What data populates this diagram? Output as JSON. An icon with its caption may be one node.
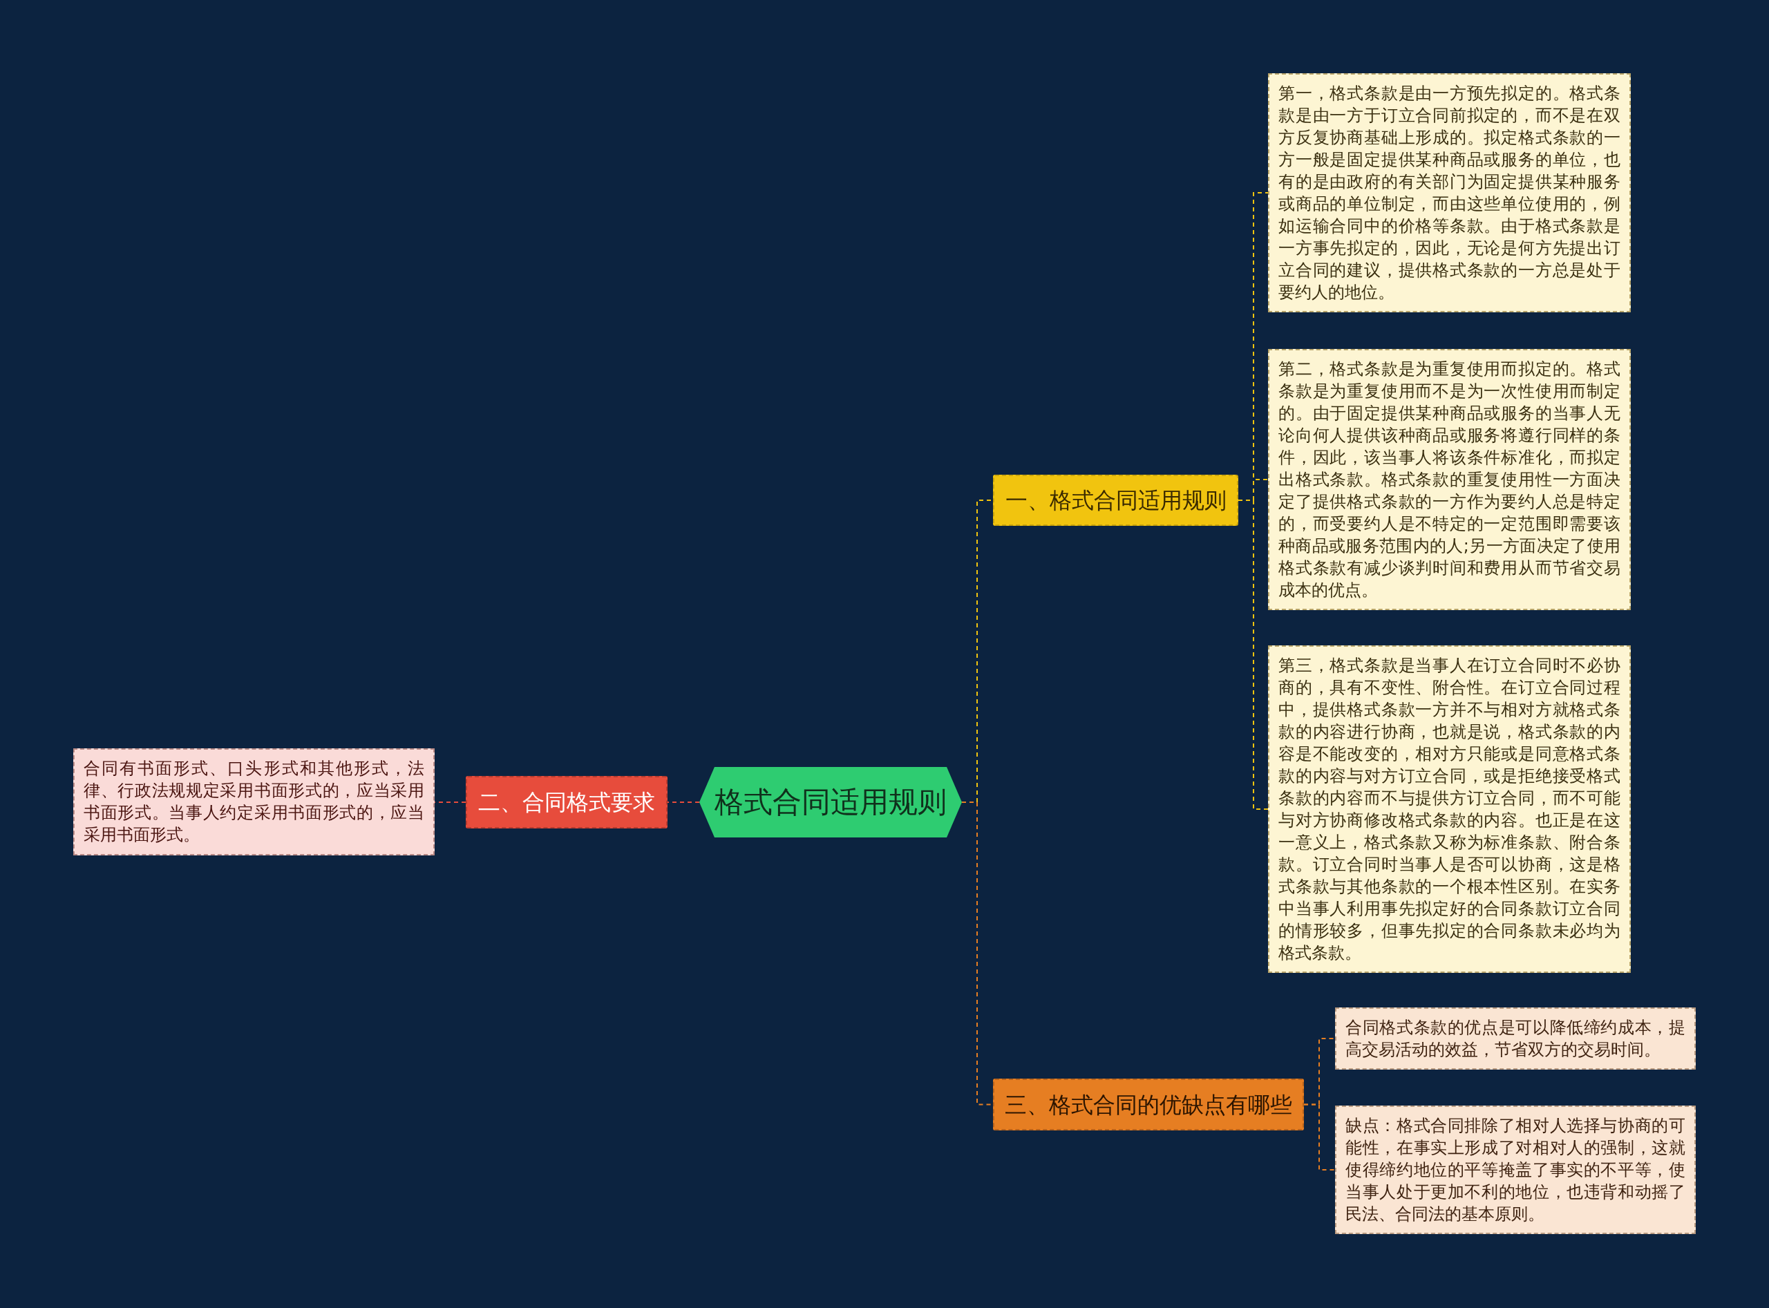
{
  "diagram": {
    "nodes": [
      {
        "text": [
          "格式合同适用规则"
        ]
      },
      {
        "text": [
          "一、格式合同适用规则"
        ]
      },
      {
        "text": [
          "第一，格式条款是由一方预先拟定的。格式条款是由一方于订立合同前拟定的，而不是在双方反复协商基础上形成的。拟定格式条款的一方一般是固定提供某种商品或服务的单位，也有的是由政府的有关部门为固定提供某种服务或商品的单位制定，而由这些单位使用的，例如运输合同中的价格等条款。由于格式条款是一方事先拟定的，因此，无论是何方先提出订立合同的建议，提供格式条款的一方总是处于要约人的地位。"
        ]
      },
      {
        "text": [
          "第二，格式条款是为重复使用而拟定的。格式条款是为重复使用而不是为一次性使用而制定的。由于固定提供某种商品或服务的当事人无论向何人提供该种商品或服务将遵行同样的条件，因此，该当事人将该条件标准化，而拟定出格式条款。格式条款的重复使用性一方面决定了提供格式条款的一方作为要约人总是特定的，而受要约人是不特定的一定范围即需要该种商品或服务范围内的人;另一方面决定了使用格式条款有减少谈判时间和费用从而节省交易成本的优点。"
        ]
      },
      {
        "text": [
          "第三，格式条款是当事人在订立合同时不必协商的，具有不变性、附合性。在订立合同过程中，提供格式条款一方并不与相对方就格式条款的内容进行协商，也就是说，格式条款的内容是不能改变的，相对方只能或是同意格式条款的内容与对方订立合同，或是拒绝接受格式条款的内容而不与提供方订立合同，而不可能与对方协商修改格式条款的内容。也正是在这一意义上，格式条款又称为标准条款、附合条款。订立合同时当事人是否可以协商，这是格式条款与其他条款的一个根本性区别。在实务中当事人利用事先拟定好的合同条款订立合同的情形较多，但事先拟定的合同条款未必均为格式条款。"
        ]
      },
      {
        "text": [
          "二、合同格式要求"
        ]
      },
      {
        "text": [
          "合同有书面形式、口头形式和其他形式，法律、行政法规规定采用书面形式的，应当采用书面形式。当事人约定采用书面形式的，应当采用书面形式。"
        ]
      },
      {
        "text": [
          "三、格式合同的优缺点有哪些"
        ]
      },
      {
        "text": [
          "合同格式条款的优点是可以降低缔约成本，提高交易活动的效益，节省双方的交易时间。"
        ]
      },
      {
        "text": [
          "缺点：格式合同排除了相对人选择与协商的可能性，在事实上形成了对相对人的强制，这就使得缔约地位的平等掩盖了事实的不平等，使当事人处于更加不利的地位，也违背和动摇了民法、合同法的基本原则。"
        ]
      }
    ],
    "edges": [
      {
        "from": 0,
        "to": 1,
        "arrow": "none",
        "style": "dashed",
        "color": "#f1c40f"
      },
      {
        "from": 1,
        "to": 2,
        "arrow": "none",
        "style": "dashed",
        "color": "#f1c40f"
      },
      {
        "from": 1,
        "to": 3,
        "arrow": "none",
        "style": "dashed",
        "color": "#f1c40f"
      },
      {
        "from": 1,
        "to": 4,
        "arrow": "none",
        "style": "dashed",
        "color": "#f1c40f"
      },
      {
        "from": 0,
        "to": 5,
        "arrow": "none",
        "style": "dashed",
        "color": "#e74c3c"
      },
      {
        "from": 5,
        "to": 6,
        "arrow": "none",
        "style": "dashed",
        "color": "#e74c3c"
      },
      {
        "from": 0,
        "to": 7,
        "arrow": "none",
        "style": "dashed",
        "color": "#e67e22"
      },
      {
        "from": 7,
        "to": 8,
        "arrow": "none",
        "style": "dashed",
        "color": "#e67e22"
      },
      {
        "from": 7,
        "to": 9,
        "arrow": "none",
        "style": "dashed",
        "color": "#e67e22"
      }
    ]
  }
}
